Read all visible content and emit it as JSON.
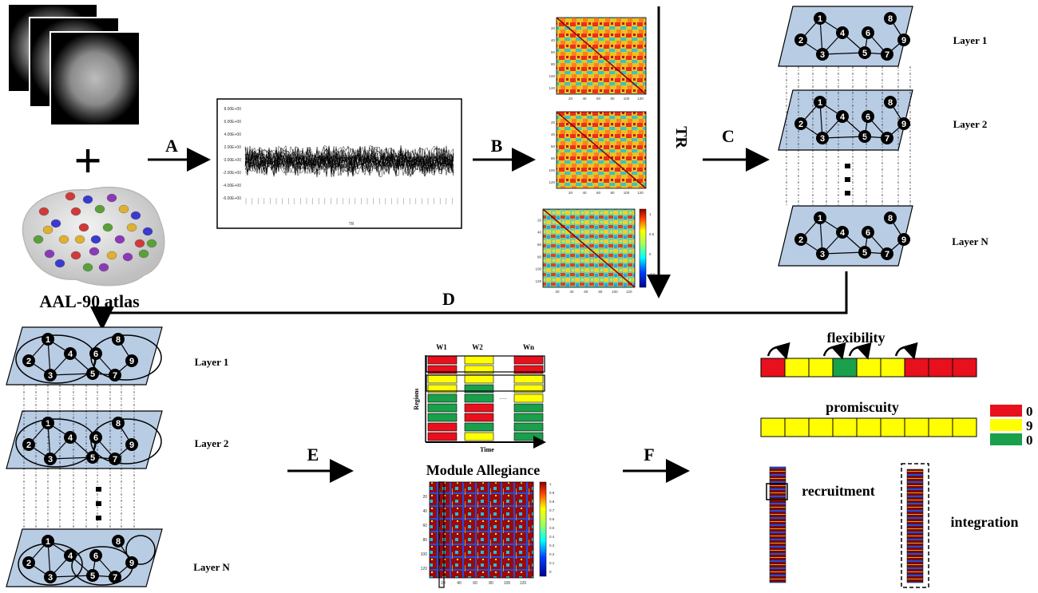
{
  "atlas": {
    "label": "AAL-90 atlas",
    "plus": "+"
  },
  "steps": {
    "A": "A",
    "B": "B",
    "C": "C",
    "D": "D",
    "E": "E",
    "F": "F"
  },
  "tr_label": "TR",
  "timeseries": {
    "y_ticks": [
      "8.00E+00",
      "6.00E+00",
      "4.00E+00",
      "2.00E+00",
      "0.00E+00",
      "-2.00E+00",
      "-4.00E+00",
      "-6.00E+00"
    ],
    "x_label": "TR"
  },
  "matrix_ticks": [
    "20",
    "40",
    "60",
    "80",
    "100",
    "120"
  ],
  "colorbar_ticks": [
    "1",
    "0.5",
    "0",
    "-0.5"
  ],
  "layers": {
    "one": "Layer 1",
    "two": "Layer 2",
    "n": "Layer N"
  },
  "node_labels": [
    "1",
    "2",
    "3",
    "4",
    "5",
    "6",
    "7",
    "8",
    "9"
  ],
  "module_panel": {
    "windows": [
      "W1",
      "W2",
      "Wn"
    ],
    "ellipsis": "....",
    "y_label": "Regions",
    "x_label": "Time"
  },
  "allegiance": {
    "title": "Module Allegiance",
    "y_ticks": [
      "20",
      "40",
      "60",
      "80",
      "100",
      "120"
    ],
    "x_ticks": [
      "20",
      "40",
      "60",
      "80",
      "100",
      "120"
    ],
    "colorbar_ticks": [
      "1",
      "0.9",
      "0.8",
      "0.7",
      "0.6",
      "0.5",
      "0.4",
      "0.3",
      "0.2",
      "0.1",
      "0"
    ]
  },
  "metrics": {
    "flexibility": "flexibility",
    "promiscuity": "promiscuity",
    "recruitment": "recruitment",
    "integration": "integration",
    "flex_cells": [
      "#e8101c",
      "#ffff00",
      "#ffff00",
      "#1a9f4a",
      "#ffff00",
      "#ffff00",
      "#e8101c",
      "#e8101c",
      "#e8101c"
    ],
    "prom_cells": [
      "#ffff00",
      "#ffff00",
      "#ffff00",
      "#ffff00",
      "#ffff00",
      "#ffff00",
      "#ffff00",
      "#ffff00",
      "#ffff00"
    ]
  },
  "legend": [
    {
      "color": "#e8101c",
      "label": "0"
    },
    {
      "color": "#ffff00",
      "label": "9"
    },
    {
      "color": "#1a9f4a",
      "label": "0"
    }
  ],
  "module_columns": {
    "w1": [
      "#e8101c",
      "#e8101c",
      "#ffff00",
      "#ffff00",
      "#1a9f4a",
      "#1a9f4a",
      "#1a9f4a",
      "#e8101c",
      "#e8101c"
    ],
    "w2": [
      "#ffff00",
      "#ffff00",
      "#ffff00",
      "#1a9f4a",
      "#1a9f4a",
      "#e8101c",
      "#e8101c",
      "#1a9f4a",
      "#ffff00"
    ],
    "wn": [
      "#e8101c",
      "#e8101c",
      "#ffff00",
      "#ffff00",
      "#ffff00",
      "#1a9f4a",
      "#1a9f4a",
      "#1a9f4a",
      "#1a9f4a"
    ]
  }
}
